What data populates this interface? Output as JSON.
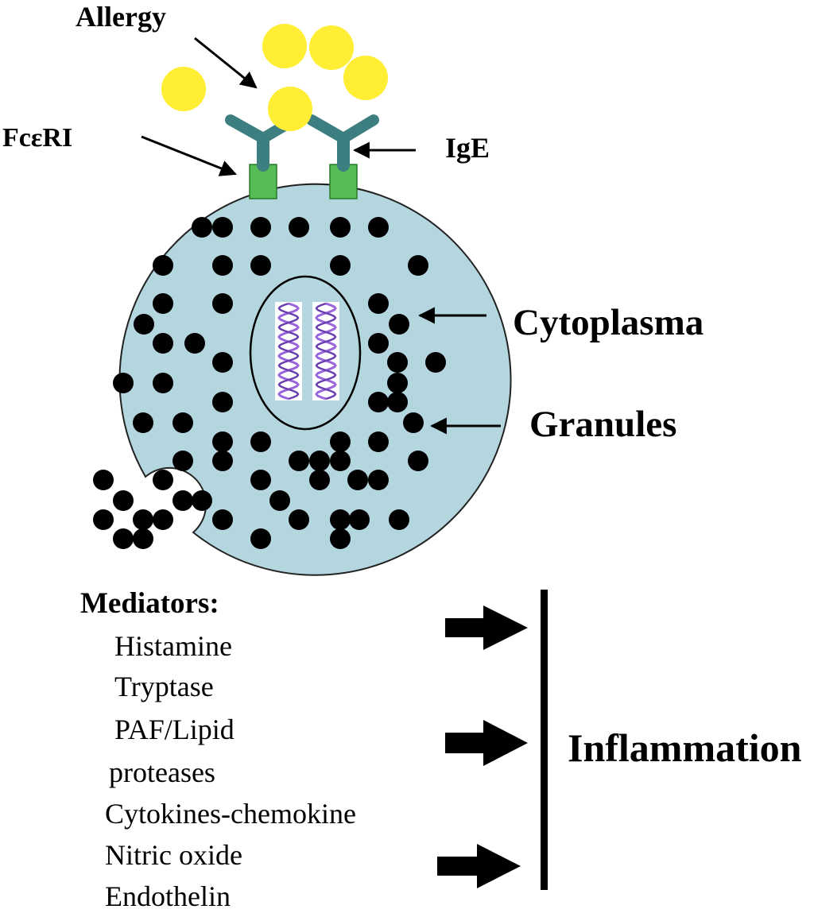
{
  "labels": {
    "allergy": "Allergy",
    "fceri": "FcεRI",
    "ige": "IgE",
    "cytoplasma": "Cytoplasma",
    "granules": "Granules",
    "inflammation": "Inflammation"
  },
  "mediators": {
    "title": "Mediators:",
    "items": [
      "Histamine",
      "Tryptase",
      "PAF/Lipid",
      "proteases",
      "Cytokines-chemokine",
      "Nitric oxide",
      "Endothelin"
    ]
  },
  "colors": {
    "allergen": "#ffee33",
    "antibody": "#3d7f80",
    "receptor": "#55bb55",
    "cell": "#b4d6df",
    "granule": "#000000",
    "dna": "#9966dd"
  }
}
